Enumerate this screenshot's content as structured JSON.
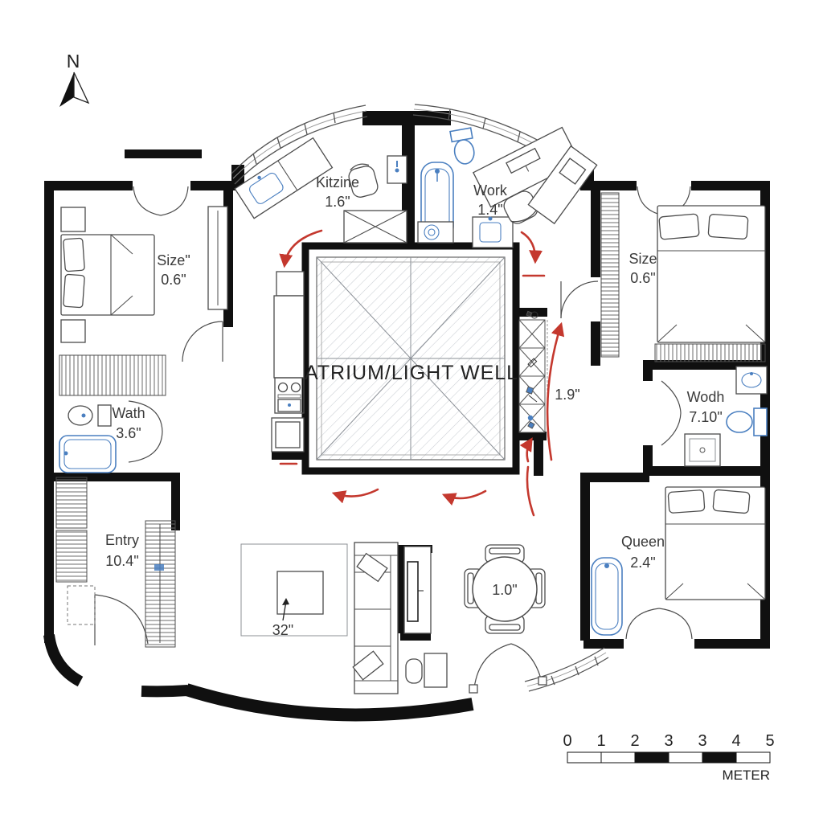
{
  "north": {
    "label": "N"
  },
  "atrium": {
    "label": "ATRIUM/LIGHT WELL"
  },
  "rooms": {
    "kitchen": {
      "name": "Kitzine",
      "dim": "1.6\""
    },
    "work": {
      "name": "Work",
      "dim": "1.4\""
    },
    "bedroom_top_left": {
      "name": "Size\"",
      "dim": "0.6\""
    },
    "bedroom_top_right": {
      "name": "Size",
      "dim": "0.6\""
    },
    "bath_left": {
      "name": "Wath",
      "dim": "3.6\""
    },
    "bath_right": {
      "name": "Wodh",
      "dim": "7.10\""
    },
    "corridor_right": {
      "dim": "1.9\""
    },
    "entry": {
      "name": "Entry",
      "dim": "10.4\""
    },
    "bedroom_bottom_right": {
      "name": "Queen",
      "dim": "2.4\""
    },
    "dining": {
      "dim": "1.0\""
    },
    "living": {
      "dim": "32\""
    }
  },
  "scale_bar": {
    "ticks": [
      "0",
      "1",
      "2",
      "3",
      "3",
      "4",
      "5"
    ],
    "unit": "METER"
  },
  "colors": {
    "wall": "#101010",
    "fixture": "#4a7fc0",
    "flow": "#c4382e",
    "hatch": "#c9cdd3"
  }
}
